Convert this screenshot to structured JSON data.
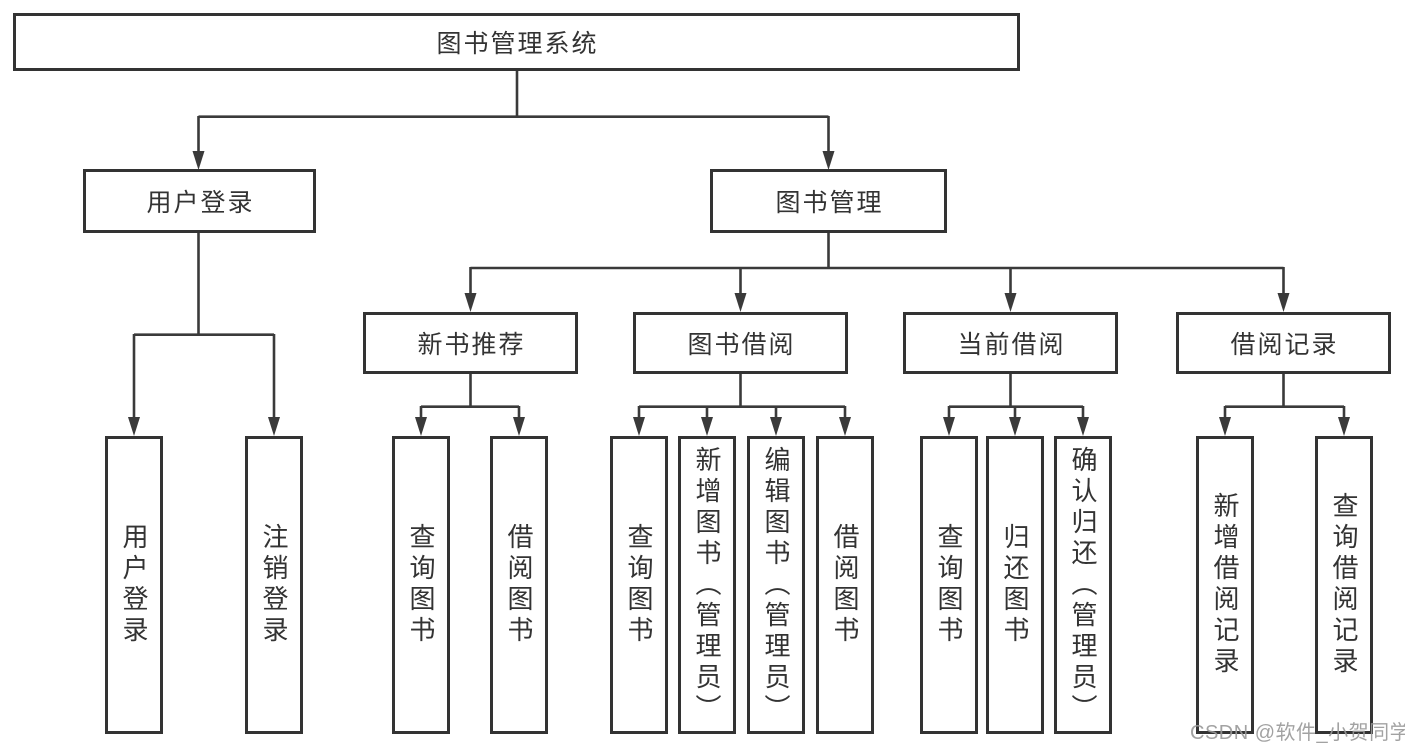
{
  "diagram_type": "hierarchy-tree",
  "tree": {
    "label": "图书管理系统",
    "children": [
      {
        "label": "用户登录",
        "children": [
          {
            "label": "用户登录"
          },
          {
            "label": "注销登录"
          }
        ]
      },
      {
        "label": "图书管理",
        "children": [
          {
            "label": "新书推荐",
            "children": [
              {
                "label": "查询图书"
              },
              {
                "label": "借阅图书"
              }
            ]
          },
          {
            "label": "图书借阅",
            "children": [
              {
                "label": "查询图书"
              },
              {
                "label": "新增图书（管理员）"
              },
              {
                "label": "编辑图书（管理员）"
              },
              {
                "label": "借阅图书"
              }
            ]
          },
          {
            "label": "当前借阅",
            "children": [
              {
                "label": "查询图书"
              },
              {
                "label": "归还图书"
              },
              {
                "label": "确认归还（管理员）"
              }
            ]
          },
          {
            "label": "借阅记录",
            "children": [
              {
                "label": "新增借阅记录"
              },
              {
                "label": "查询借阅记录"
              }
            ]
          }
        ]
      }
    ]
  },
  "watermark": {
    "text": "CSDN @软件_小贺同学"
  },
  "colors": {
    "line": "#3a3a3a",
    "box_border": "#333333",
    "box_fill": "#ffffff",
    "text": "#333333",
    "watermark": "#999999",
    "background": "#ffffff"
  }
}
